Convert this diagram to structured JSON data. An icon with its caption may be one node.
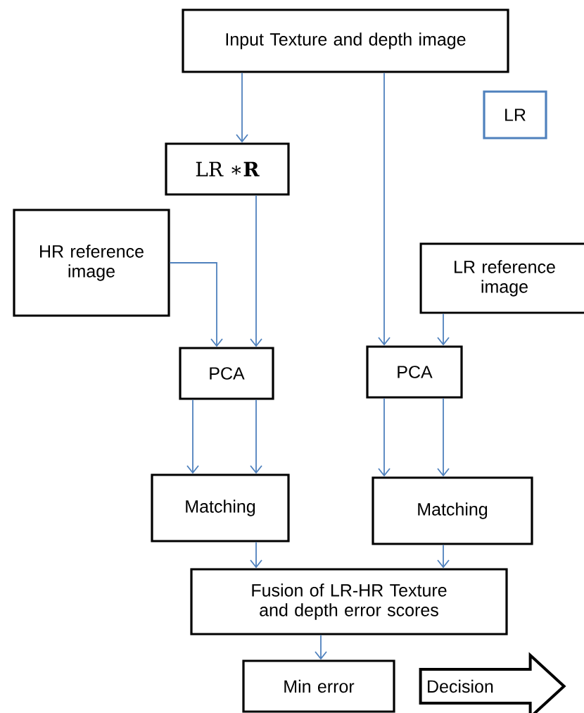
{
  "diagram": {
    "nodes": [
      {
        "text": [
          "Input Texture and depth image"
        ]
      },
      {
        "text": [
          "LR"
        ]
      },
      {
        "text": [
          "LR ∗**R**"
        ]
      },
      {
        "text": [
          "HR reference image"
        ]
      },
      {
        "text": [
          "LR reference image"
        ]
      },
      {
        "text": [
          "PCA"
        ]
      },
      {
        "text": [
          "PCA"
        ]
      },
      {
        "text": [
          "Matching"
        ]
      },
      {
        "text": [
          "Matching"
        ]
      },
      {
        "text": [
          "Fusion of LR-HR Texture and depth error scores"
        ]
      },
      {
        "text": [
          "Min error"
        ]
      }
    ],
    "edges": [
      {
        "from": 0,
        "to": 2,
        "arrow": "to"
      },
      {
        "from": 0,
        "to": 6,
        "arrow": "to"
      },
      {
        "from": 2,
        "to": 5,
        "arrow": "to"
      },
      {
        "from": 3,
        "to": 5,
        "arrow": "to"
      },
      {
        "from": 4,
        "to": 6,
        "arrow": "to"
      },
      {
        "from": 5,
        "to": 7,
        "arrow": "to"
      },
      {
        "from": 5,
        "to": 7,
        "arrow": "to"
      },
      {
        "from": 6,
        "to": 8,
        "arrow": "to"
      },
      {
        "from": 6,
        "to": 8,
        "arrow": "to"
      },
      {
        "from": 7,
        "to": 9,
        "arrow": "to"
      },
      {
        "from": 8,
        "to": 9,
        "arrow": "to"
      },
      {
        "from": 9,
        "to": 10,
        "arrow": "to"
      },
      {
        "from": 10,
        "to": null,
        "arrow": "to",
        "label": "Decision",
        "style": "thick",
        "color": "#000000"
      }
    ]
  }
}
